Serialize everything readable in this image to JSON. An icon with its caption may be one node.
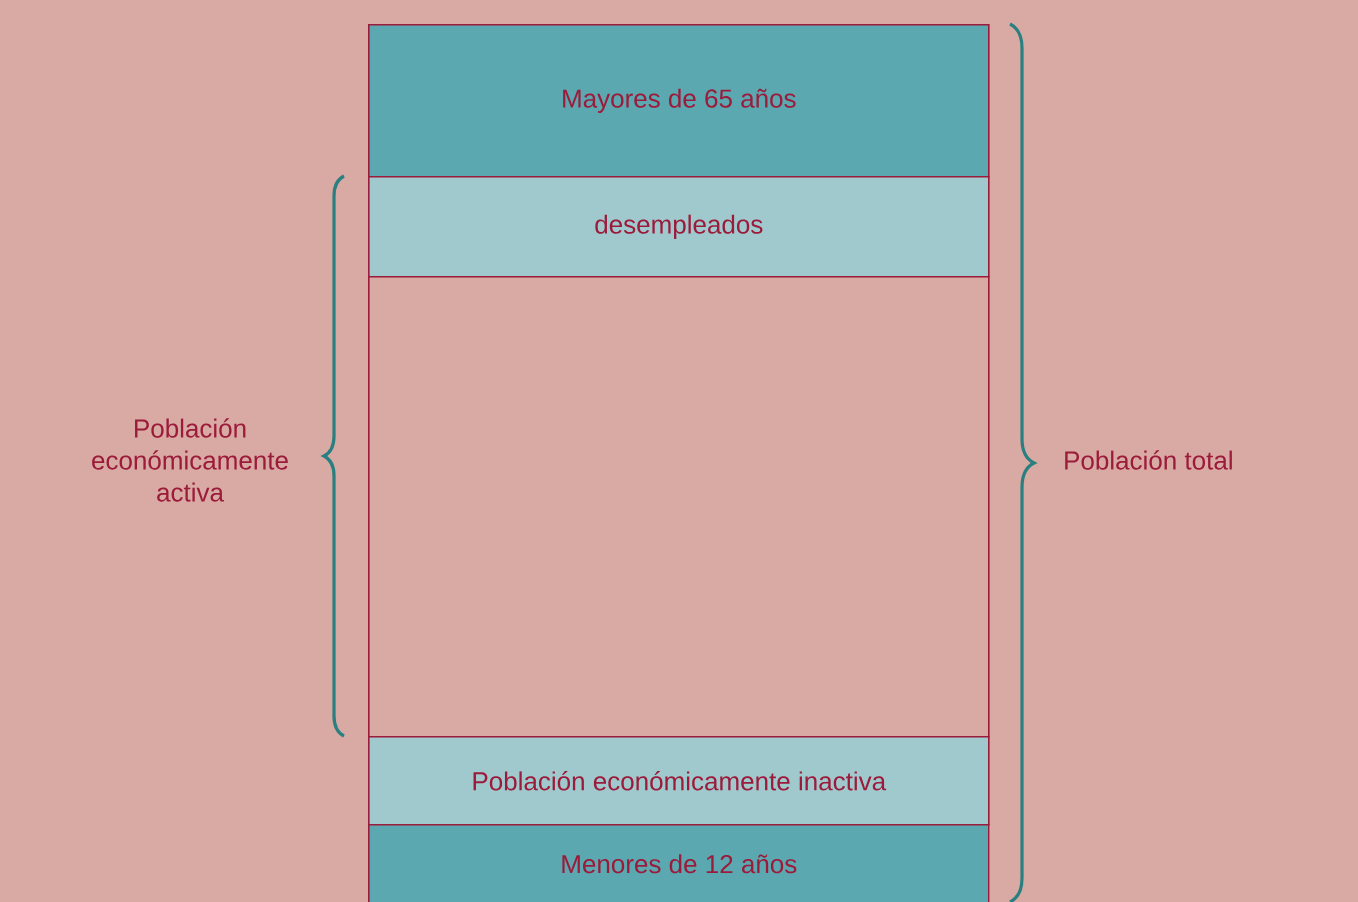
{
  "diagram": {
    "nodes": [
      {
        "text": [
          "Mayores de 65 años"
        ]
      },
      {
        "text": [
          "desempleados"
        ]
      },
      {
        "text": [],
        "shape": "box"
      },
      {
        "text": [
          "Población económicamente inactiva"
        ]
      },
      {
        "text": [
          "Menores de 12 años"
        ]
      }
    ],
    "labels": [
      "Población económicamente activa",
      "Población total"
    ]
  }
}
